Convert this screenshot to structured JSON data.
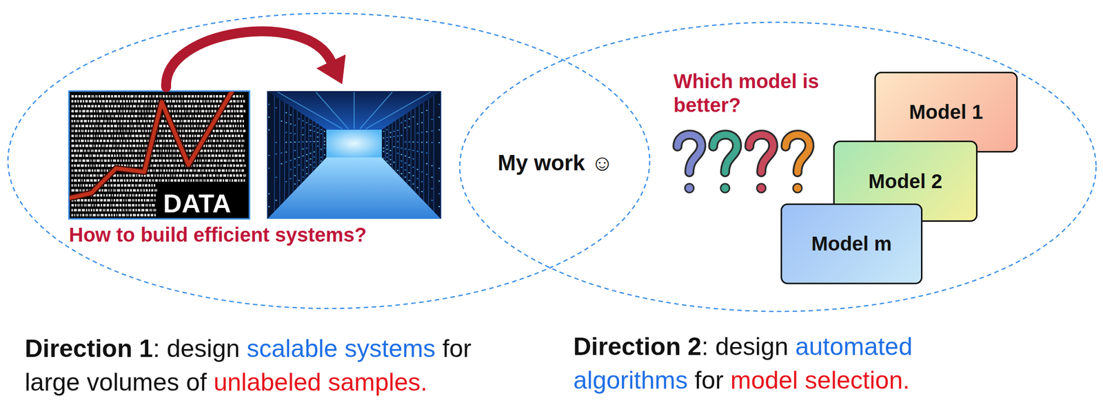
{
  "diagram": {
    "nodes": [
      {
        "text": [
          "How to build efficient systems?"
        ]
      },
      {
        "text": [
          "Which model is better?"
        ]
      },
      {
        "text": [
          "Model 1"
        ],
        "in": 1
      },
      {
        "text": [
          "Model 2"
        ],
        "in": 1
      },
      {
        "text": [
          "Model m"
        ],
        "in": 1
      }
    ],
    "labels": [
      "DATA",
      "My work ☺",
      "Direction 1: design scalable systems for large volumes of unlabeled samples.",
      "Direction 2: design automated algorithms for model selection."
    ]
  }
}
